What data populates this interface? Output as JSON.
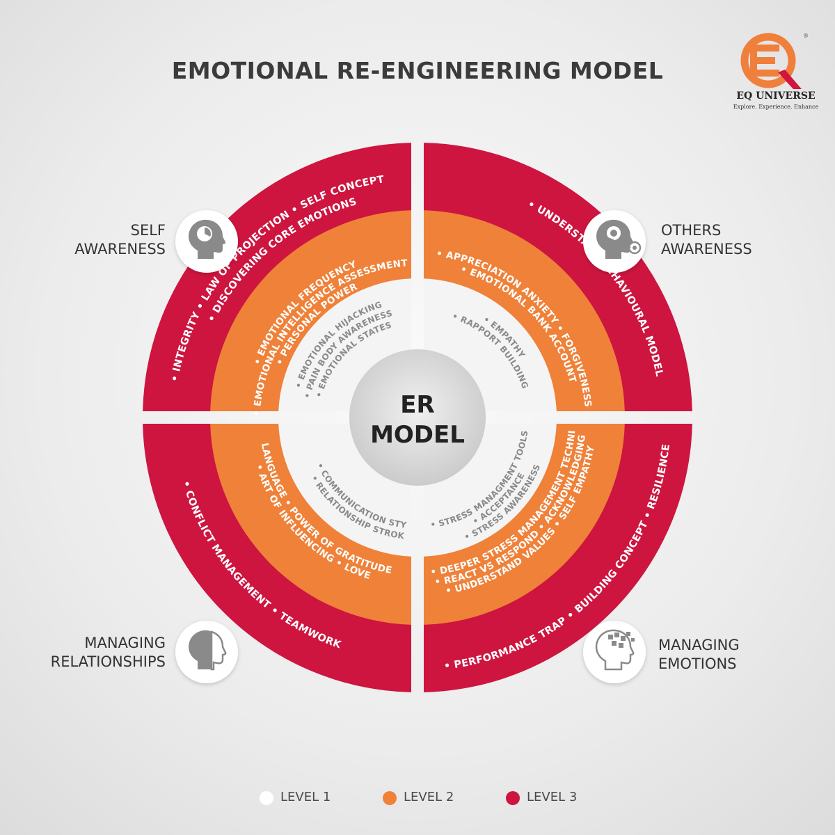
{
  "title": "EMOTIONAL RE-ENGINEERING MODEL",
  "logo": {
    "mark": "EQ",
    "registered": "®",
    "name": "EQ UNIVERSE",
    "tagline": "Explore. Experience. Enhance"
  },
  "center": {
    "line1": "ER",
    "line2": "MODEL"
  },
  "colors": {
    "level1": "#f4f4f4",
    "level2": "#ef8139",
    "level3": "#cd153f",
    "text_dark": "#333333",
    "logo_orange": "#f07f3c",
    "logo_red": "#d2153f"
  },
  "quadrants": {
    "self_awareness": {
      "label_lines": [
        "SELF",
        "AWARENESS"
      ],
      "icon": "head-clock-icon",
      "level1": [
        "• EMOTIONAL HIJACKING",
        "• PAIN BODY AWARENESS",
        "• EMOTIONAL STATES"
      ],
      "level2": [
        "• EMOTIONAL FREQUENCY",
        "• EMOTIONAL INTELLIGENCE ASSESSMENT",
        "• PERSONAL POWER"
      ],
      "level3": [
        "• INTEGRITY  • LAW OF PROJECTION  • SELF CONCEPT",
        "• DISCOVERING CORE EMOTIONS"
      ]
    },
    "others_awareness": {
      "label_lines": [
        "OTHERS",
        "AWARENESS"
      ],
      "icon": "head-gears-icon",
      "level1": [
        "• EMPATHY",
        "• RAPPORT BUILDING"
      ],
      "level2": [
        "• APPRECIATION ANXIETY  • FORGIVENESS",
        "• EMOTIONAL BANK  ACCOUNT"
      ],
      "level3": [
        "• UNDERSTAND BEHAVIOURAL MODEL"
      ]
    },
    "managing_relationships": {
      "label_lines": [
        "MANAGING",
        "RELATIONSHIPS"
      ],
      "icon": "two-heads-icon",
      "level1": [
        "• RELATIONSHIP STROKES",
        "• COMMUNICATION STYLES"
      ],
      "level2": [
        "• ART OF INFLUENCING  • LOVE",
        "LANGUAGE  • POWER OF GRATITUDE"
      ],
      "level3": [
        "• CONFLICT MANAGEMENT  • TEAMWORK"
      ]
    },
    "managing_emotions": {
      "label_lines": [
        "MANAGING",
        "EMOTIONS"
      ],
      "icon": "head-puzzle-icon",
      "level1": [
        "• STRESS AWARENESS",
        "• ACCEPTANCE",
        "• STRESS MANAGMENT TOOLS"
      ],
      "level2": [
        "• UNDERSTAND VALUES  • SELF EMPATHY",
        "• REACT VS RESPOND  • ACKNOWLEDGING",
        "SELF  • DEEPER STRESS MANAGEMENT TECHNIQUES"
      ],
      "level3": [
        "• PERFORMANCE TRAP  • BUILDING CONCEPT  • RESILIENCE"
      ]
    }
  },
  "legend": [
    {
      "label": "LEVEL 1",
      "color": "#ffffff"
    },
    {
      "label": "LEVEL 2",
      "color": "#ef8139"
    },
    {
      "label": "LEVEL 3",
      "color": "#cd153f"
    }
  ]
}
